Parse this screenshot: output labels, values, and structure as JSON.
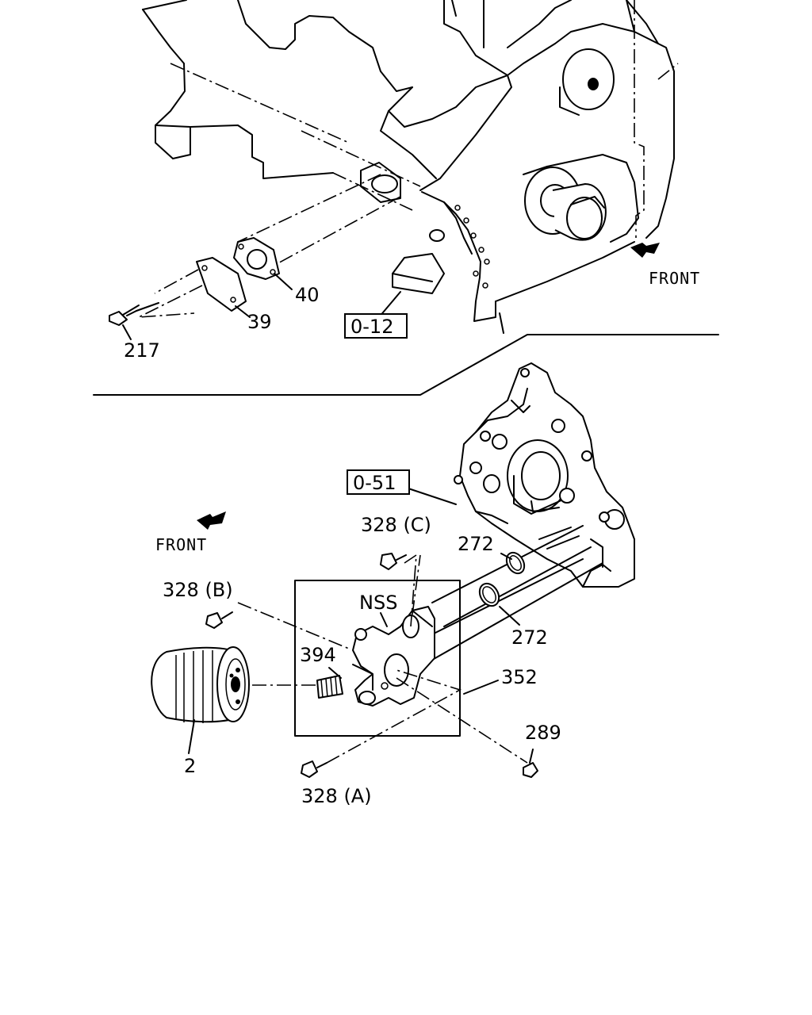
{
  "callouts": {
    "bolt_217": "217",
    "gasket_39": "39",
    "plate_40": "40",
    "ref_0_12": "0-12",
    "front_top": "FRONT",
    "ref_0_51": "0-51",
    "front_bottom": "FRONT",
    "bolt_328c": "328 (C)",
    "oring_272_upper": "272",
    "bolt_328b": "328 (B)",
    "nss": "NSS",
    "oring_272_lower": "272",
    "spring_394": "394",
    "housing_352": "352",
    "filter_2": "2",
    "plug_289": "289",
    "bolt_328a": "328 (A)"
  }
}
